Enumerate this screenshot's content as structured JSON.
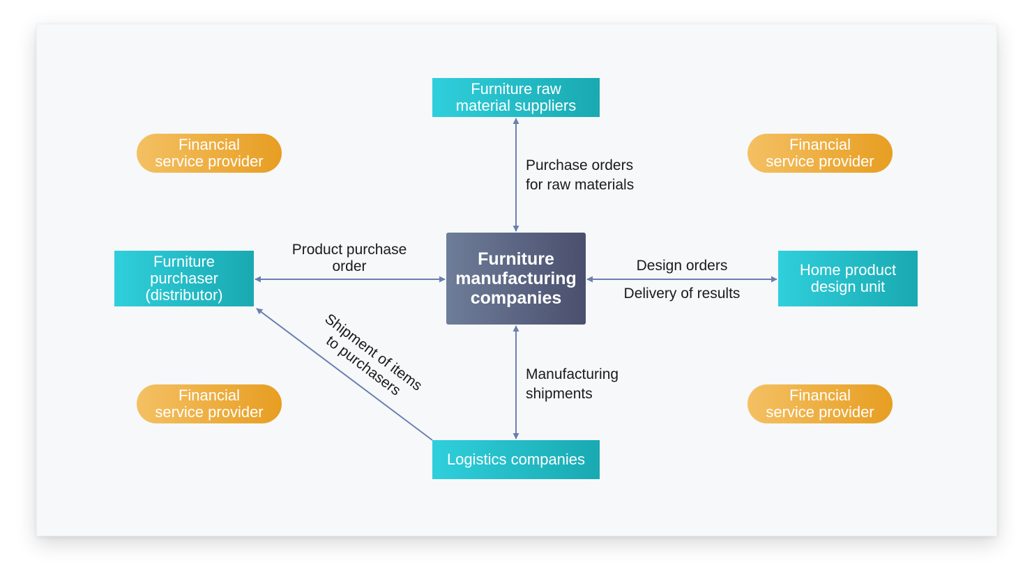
{
  "nodes": {
    "raw_suppliers": [
      "Furniture raw",
      "material suppliers"
    ],
    "purchaser": [
      "Furniture",
      "purchaser",
      "(distributor)"
    ],
    "manufacturer": [
      "Furniture",
      "manufacturing",
      "companies"
    ],
    "design_unit": [
      "Home product",
      "design unit"
    ],
    "logistics": [
      "Logistics companies"
    ],
    "financial_top_left": [
      "Financial",
      "service provider"
    ],
    "financial_top_right": [
      "Financial",
      "service provider"
    ],
    "financial_bottom_left": [
      "Financial",
      "service provider"
    ],
    "financial_bottom_right": [
      "Financial",
      "service provider"
    ]
  },
  "edges": {
    "purchase_orders_raw": [
      "Purchase orders",
      "for raw materials"
    ],
    "product_purchase_order": [
      "Product purchase",
      "order"
    ],
    "design_orders": "Design orders",
    "delivery_of_results": "Delivery of results",
    "manufacturing_shipments": [
      "Manufacturing",
      "shipments"
    ],
    "shipment_to_purchasers": [
      "Shipment of items",
      "to purchasers"
    ]
  },
  "colors": {
    "teal_start": "#2fcfdc",
    "teal_end": "#19a9b1",
    "center_start": "#6e7d99",
    "center_end": "#4a4f6d",
    "orange_start": "#f4c063",
    "orange_end": "#e79e22",
    "arrow": "#6b7fad"
  }
}
